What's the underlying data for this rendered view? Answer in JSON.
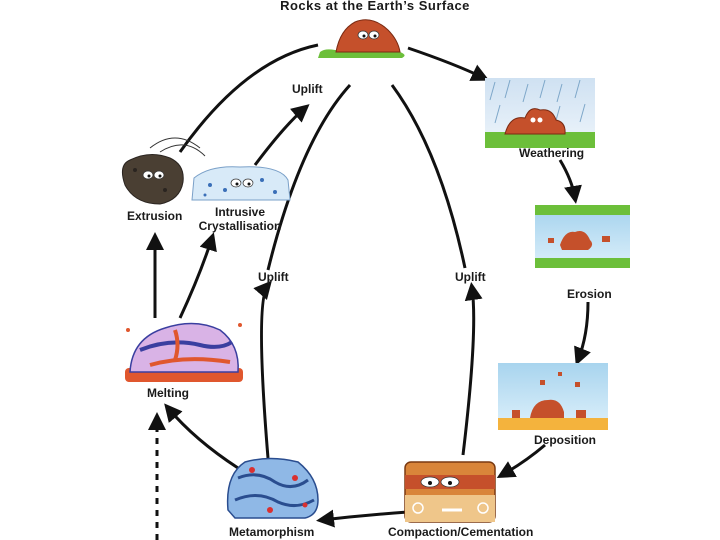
{
  "title": "Rocks at the Earth’s Surface",
  "labels": {
    "uplift_top": "Uplift",
    "weathering": "Weathering",
    "extrusion": "Extrusion",
    "intrusive": "Intrusive",
    "crystallisation": "Crystallisation",
    "erosion": "Erosion",
    "uplift_left": "Uplift",
    "uplift_right": "Uplift",
    "melting": "Melting",
    "deposition": "Deposition",
    "metamorphism": "Metamorphism",
    "compaction": "Compaction/Cementation"
  },
  "icons": [
    "surface-rock-icon",
    "weathering-rain-icon",
    "erosion-water-icon",
    "deposition-sediment-icon",
    "compaction-layers-icon",
    "metamorphic-rock-icon",
    "magma-melting-icon",
    "extrusive-rock-icon",
    "intrusive-rock-icon"
  ]
}
